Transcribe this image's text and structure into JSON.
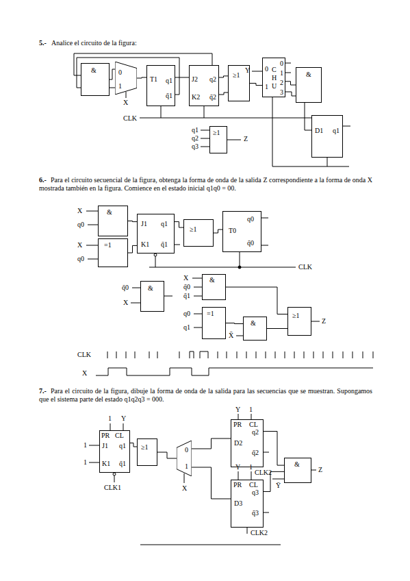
{
  "diagram": {
    "nodes": [
      {
        "text": [
          "&"
        ]
      },
      {
        "text": [
          "0",
          "1"
        ]
      },
      {
        "text": [
          "T1",
          "q1",
          "q̄1"
        ]
      },
      {
        "text": [
          "J2",
          "q2",
          "K2",
          "q̄2"
        ]
      },
      {
        "text": [
          "≥1"
        ]
      },
      {
        "text": [
          "0",
          "1",
          "C H U",
          "0",
          "1",
          "2",
          "3"
        ]
      },
      {
        "text": [
          "&"
        ]
      },
      {
        "text": [
          "D1",
          "q1"
        ]
      },
      {
        "text": [
          "≥1"
        ]
      },
      {
        "text": [
          "&"
        ]
      },
      {
        "text": [
          "=1"
        ]
      },
      {
        "text": [
          "J1",
          "q1",
          "K1",
          "q̄1"
        ]
      },
      {
        "text": [
          "≥1"
        ]
      },
      {
        "text": [
          "q0",
          "T0",
          "q̄0"
        ]
      },
      {
        "text": [
          "&"
        ]
      },
      {
        "text": [
          "&"
        ]
      },
      {
        "text": [
          "=1"
        ]
      },
      {
        "text": [
          "&"
        ]
      },
      {
        "text": [
          "≥1"
        ]
      },
      {
        "text": [
          "PR",
          "CL",
          "J1",
          "q1",
          "K1",
          "q̄1"
        ]
      },
      {
        "text": [
          "≥1"
        ]
      },
      {
        "text": [
          "0",
          "1"
        ]
      },
      {
        "text": [
          "PR",
          "CL",
          "q2",
          "D2",
          "q̄2"
        ]
      },
      {
        "text": [
          "PR",
          "CL",
          "q3",
          "D3",
          "q̄3"
        ]
      },
      {
        "text": [
          "&"
        ]
      }
    ],
    "edges": [
      {
        "from": 0,
        "to": 1,
        "arrow": "none"
      },
      {
        "from": 1,
        "to": 2,
        "arrow": "none"
      },
      {
        "from": 2,
        "to": 3,
        "arrow": "none"
      },
      {
        "from": 3,
        "to": 4,
        "arrow": "none"
      },
      {
        "from": 4,
        "to": 5,
        "arrow": "none"
      },
      {
        "from": 5,
        "to": 6,
        "arrow": "none"
      },
      {
        "from": 6,
        "to": 7,
        "arrow": "none"
      },
      {
        "from": 3,
        "to": 0,
        "arrow": "none"
      },
      {
        "from": 9,
        "to": 11,
        "arrow": "none"
      },
      {
        "from": 10,
        "to": 11,
        "arrow": "none"
      },
      {
        "from": 11,
        "to": 12,
        "arrow": "none"
      },
      {
        "from": 12,
        "to": 13,
        "arrow": "none"
      },
      {
        "from": 15,
        "to": 18,
        "arrow": "none"
      },
      {
        "from": 16,
        "to": 17,
        "arrow": "none"
      },
      {
        "from": 17,
        "to": 18,
        "arrow": "none"
      },
      {
        "from": 19,
        "to": 20,
        "arrow": "none"
      },
      {
        "from": 20,
        "to": 21,
        "arrow": "none"
      },
      {
        "from": 21,
        "to": 22,
        "arrow": "none"
      },
      {
        "from": 21,
        "to": 23,
        "arrow": "none"
      },
      {
        "from": 22,
        "to": 24,
        "arrow": "none"
      },
      {
        "from": 23,
        "to": 24,
        "arrow": "none"
      }
    ],
    "labels": [
      "5.-",
      "Analice el circuito de la figura:",
      "X",
      "Y",
      "CLK",
      "q1",
      "q2",
      "q3",
      "Z",
      "6.-",
      "Para el circuito secuencial de la figura, obtenga la forma de onda de la salida Z correspondiente a la forma de onda X mostrada también en la figura. Comience en el estado inicial q1q0 = 00.",
      "X",
      "q0",
      "X",
      "q0",
      "CLK",
      "q̄0",
      "X",
      "X",
      "q̄0",
      "q̄1",
      "q0",
      "q1",
      "X̄",
      "Z",
      "CLK",
      "X",
      "7.-",
      "Para el circuito de la figura, dibuje la forma de onda de la salida para las secuencias que se muestran. Supongamos que el sistema parte del estado q1q2q3 = 000.",
      "1",
      "Y",
      "1",
      "1",
      "CLK1",
      "X",
      "Y",
      "1",
      "CLK2",
      "Y",
      "1",
      "CLK2",
      "Ȳ",
      "Z"
    ]
  }
}
